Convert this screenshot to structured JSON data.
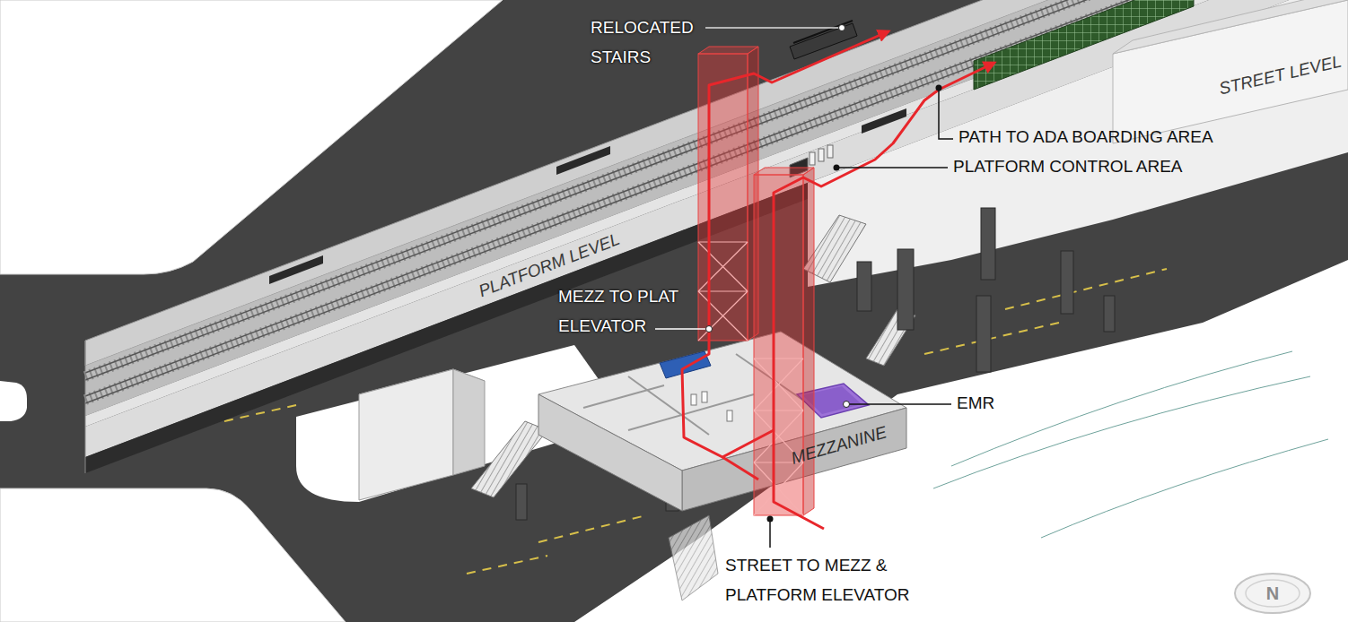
{
  "diagram": {
    "labels": [
      "RELOCATED STAIRS",
      "STREET LEVEL",
      "PATH TO ADA BOARDING AREA",
      "PLATFORM CONTROL AREA",
      "PLATFORM LEVEL",
      "MEZZ TO PLAT ELEVATOR",
      "EMR",
      "MEZZANINE",
      "STREET TO MEZZ & PLATFORM ELEVATOR",
      "N"
    ]
  }
}
